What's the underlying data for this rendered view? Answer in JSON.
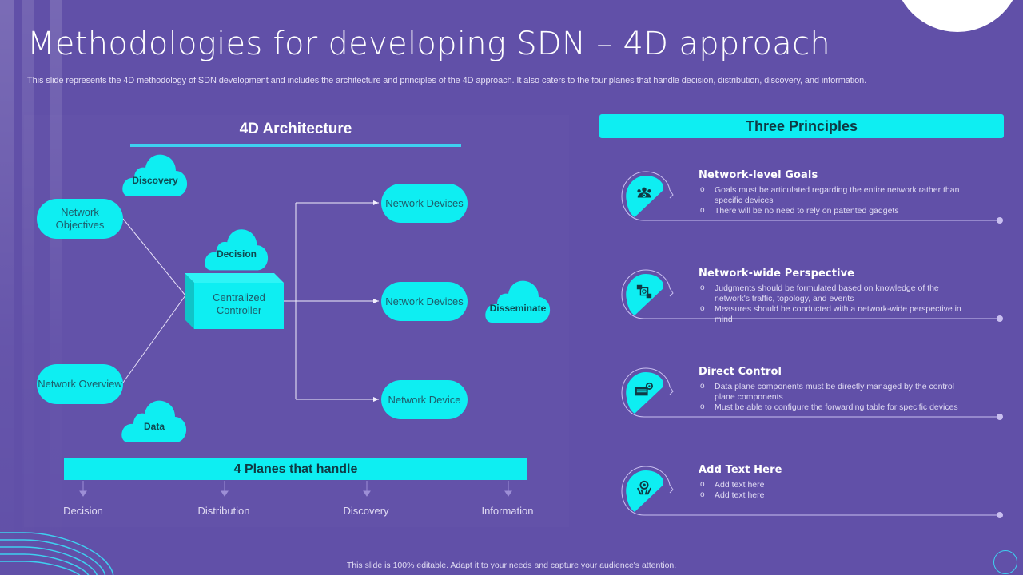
{
  "slide": {
    "title": "Methodologies for developing SDN – 4D approach",
    "subtitle": "This slide represents the 4D methodology of SDN development and includes the architecture and principles of the 4D approach. It also caters to the four planes that handle decision, distribution, discovery, and information.",
    "footer": "This slide is 100% editable. Adapt it to your needs and capture your audience's attention."
  },
  "colors": {
    "background": "#6150a8",
    "accent_cyan": "#0eeef2",
    "underline_blue": "#3ed0f0",
    "dark_text": "#0f3a44"
  },
  "architecture": {
    "title": "4D Architecture",
    "inputs": [
      {
        "label": "Network Objectives"
      },
      {
        "label": "Network Overview"
      }
    ],
    "clouds": {
      "discovery": "Discovery",
      "decision": "Decision",
      "data": "Data",
      "disseminate": "Disseminate"
    },
    "controller": "Centralized Controller",
    "outputs": [
      {
        "label": "Network Devices"
      },
      {
        "label": "Network Devices"
      },
      {
        "label": "Network Device"
      }
    ],
    "planes_title": "4 Planes that handle",
    "planes": [
      "Decision",
      "Distribution",
      "Discovery",
      "Information"
    ]
  },
  "principles": {
    "title": "Three Principles",
    "items": [
      {
        "heading": "Network-level Goals",
        "icon": "team-goal-icon",
        "bullets": [
          "Goals must be articulated regarding the entire network rather than specific devices",
          "There will be no need to rely on patented gadgets"
        ]
      },
      {
        "heading": "Network-wide Perspective",
        "icon": "network-exchange-icon",
        "bullets": [
          "Judgments should be formulated based on knowledge of the network's traffic, topology, and events",
          "Measures should be conducted with a network-wide perspective in mind"
        ]
      },
      {
        "heading": "Direct Control",
        "icon": "control-panel-gear-icon",
        "bullets": [
          "Data plane components must be directly managed by the control plane components",
          "Must be able to configure the forwarding table for specific devices"
        ]
      },
      {
        "heading": "Add Text Here",
        "icon": "hands-support-icon",
        "bullets": [
          "Add text here",
          "Add text here"
        ]
      }
    ]
  }
}
